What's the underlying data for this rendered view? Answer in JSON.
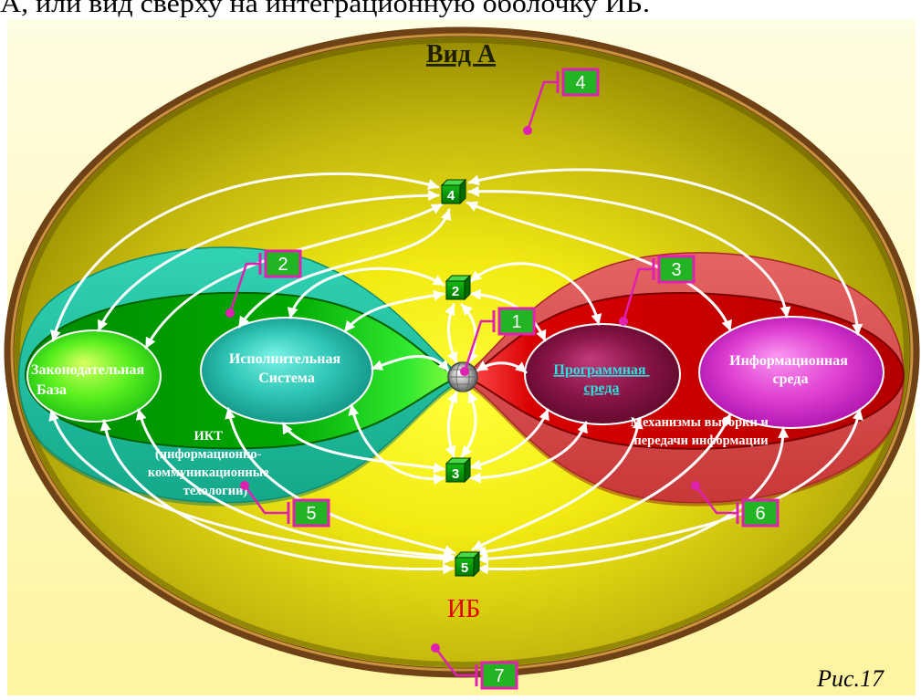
{
  "caption_top": "А, или вид сверху на интеграционную оболочку ИБ.",
  "title": "Вид А",
  "nodes": {
    "legislative_base": [
      "Законодательная",
      "База"
    ],
    "executive_system": [
      "Исполнительная",
      "Система"
    ],
    "program_environment": [
      "Программная",
      "среда"
    ],
    "information_environment": [
      "Информационная",
      "среда"
    ]
  },
  "region_labels": {
    "ikt": [
      "ИКТ",
      "(информационно-",
      "коммуникационные",
      "техологии)"
    ],
    "mechanisms": [
      "Механизмы выборки и",
      "передачи информации"
    ],
    "ib": "ИБ"
  },
  "cubes": {
    "top": "4",
    "upper": "2",
    "lower": "3",
    "bottom": "5"
  },
  "callouts": {
    "outer_shell": "4",
    "left_core": "2",
    "right_core": "3",
    "center": "1",
    "left_lobe": "5",
    "right_lobe": "6",
    "ring": "7"
  },
  "figure_label": "Рис.17",
  "colors": {
    "ring": "#6e4216",
    "callout_border": "#e020b0",
    "callout_fill": "#22b422",
    "ib_text": "#e00000",
    "arrows": "#ffffff"
  }
}
